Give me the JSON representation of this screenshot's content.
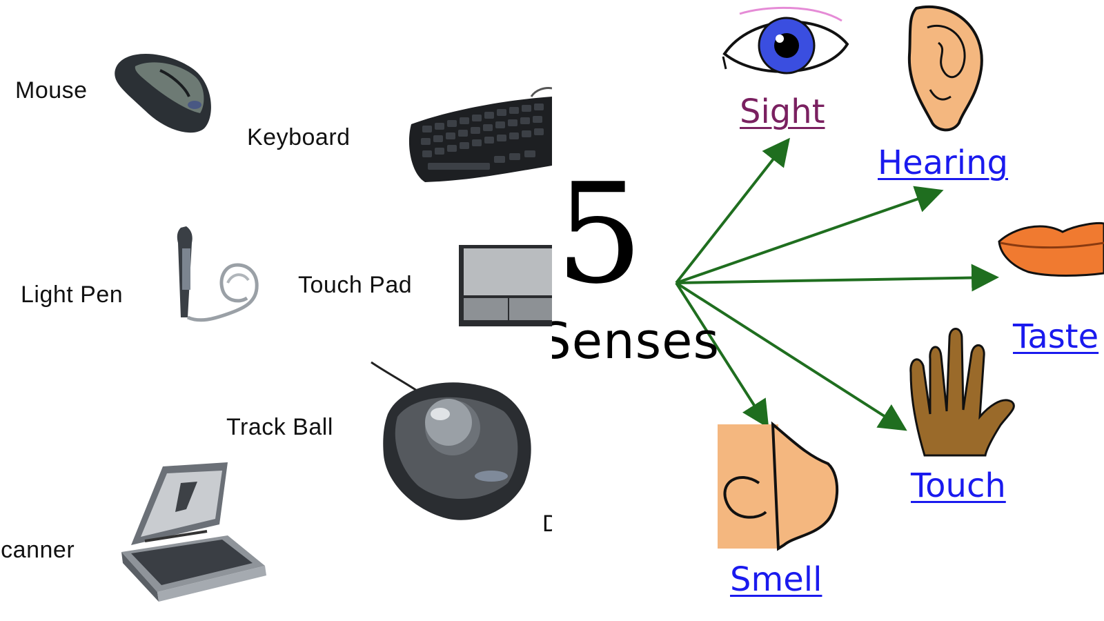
{
  "input_devices": {
    "mouse": "Mouse",
    "keyboard": "Keyboard",
    "light_pen": "Light Pen",
    "touch_pad": "Touch Pad",
    "track_ball": "Track Ball",
    "scanner": "Scanner",
    "cut_label": "D"
  },
  "senses": {
    "number": "5",
    "word": "Senses",
    "sight": "Sight",
    "hearing": "Hearing",
    "taste": "Taste",
    "touch": "Touch",
    "smell": "Smell"
  },
  "colors": {
    "arrow": "#1f6e1f",
    "sense_label": "#1a1aee",
    "sight_label": "#7a2060",
    "skin": "#f4b77f",
    "lips": "#f07a30",
    "iris": "#3a4ee0",
    "hand": "#9a6a2a"
  }
}
